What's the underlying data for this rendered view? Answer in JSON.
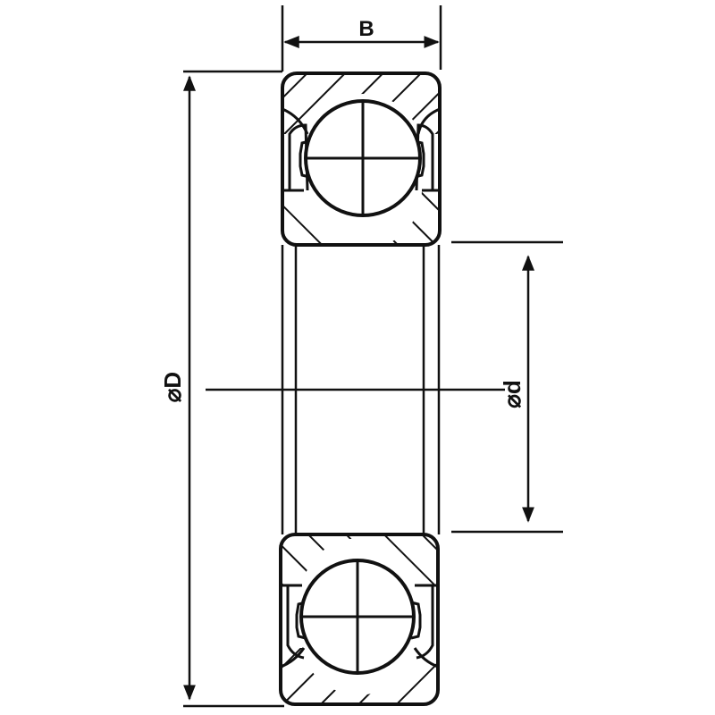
{
  "diagram": {
    "type": "technical-drawing",
    "subject": "deep groove ball bearing cross-section",
    "line_color": "#111111",
    "background": "#ffffff",
    "dimensions": {
      "width": {
        "label": "B"
      },
      "outer_diameter": {
        "label": "⌀D"
      },
      "inner_diameter": {
        "label": "⌀d"
      }
    },
    "components": [
      {
        "name": "outer-ring",
        "hatched": true
      },
      {
        "name": "inner-ring",
        "hatched": true
      },
      {
        "name": "ball",
        "count_visible": 2
      },
      {
        "name": "cage"
      },
      {
        "name": "bore"
      },
      {
        "name": "center-axis"
      }
    ]
  }
}
